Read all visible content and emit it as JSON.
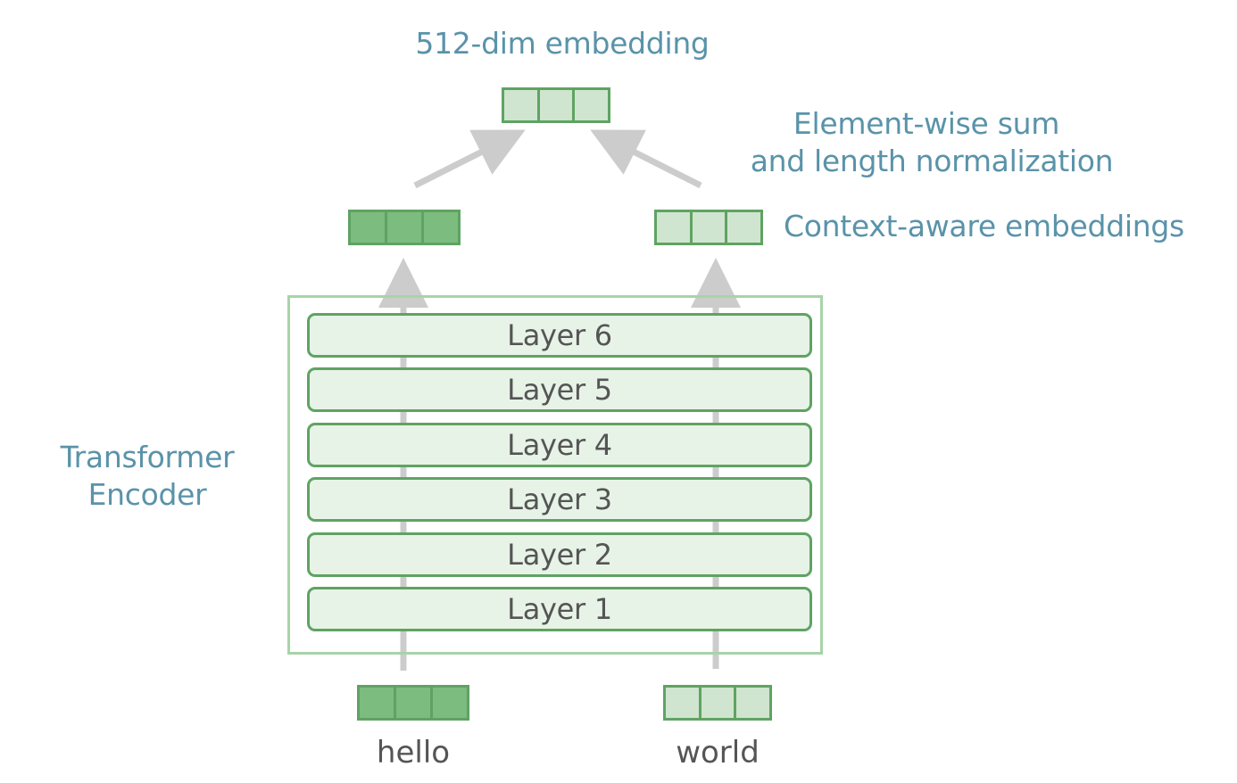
{
  "labels": {
    "output_embedding": "512-dim embedding",
    "sum_line1": "Element-wise sum",
    "sum_line2": "and length normalization",
    "context_aware": "Context-aware embeddings",
    "encoder_line1": "Transformer",
    "encoder_line2": "Encoder"
  },
  "layers": [
    "Layer 6",
    "Layer 5",
    "Layer 4",
    "Layer 3",
    "Layer 2",
    "Layer 1"
  ],
  "tokens": [
    "hello",
    "world"
  ],
  "colors": {
    "label_text": "#5a93a9",
    "box_border": "#5fa363",
    "vector_dark": "#7cbc7e",
    "vector_light": "#cfe5cf",
    "layer_fill": "#e7f3e7",
    "encoder_border": "#a7d4a9",
    "arrow": "#cccccc"
  }
}
